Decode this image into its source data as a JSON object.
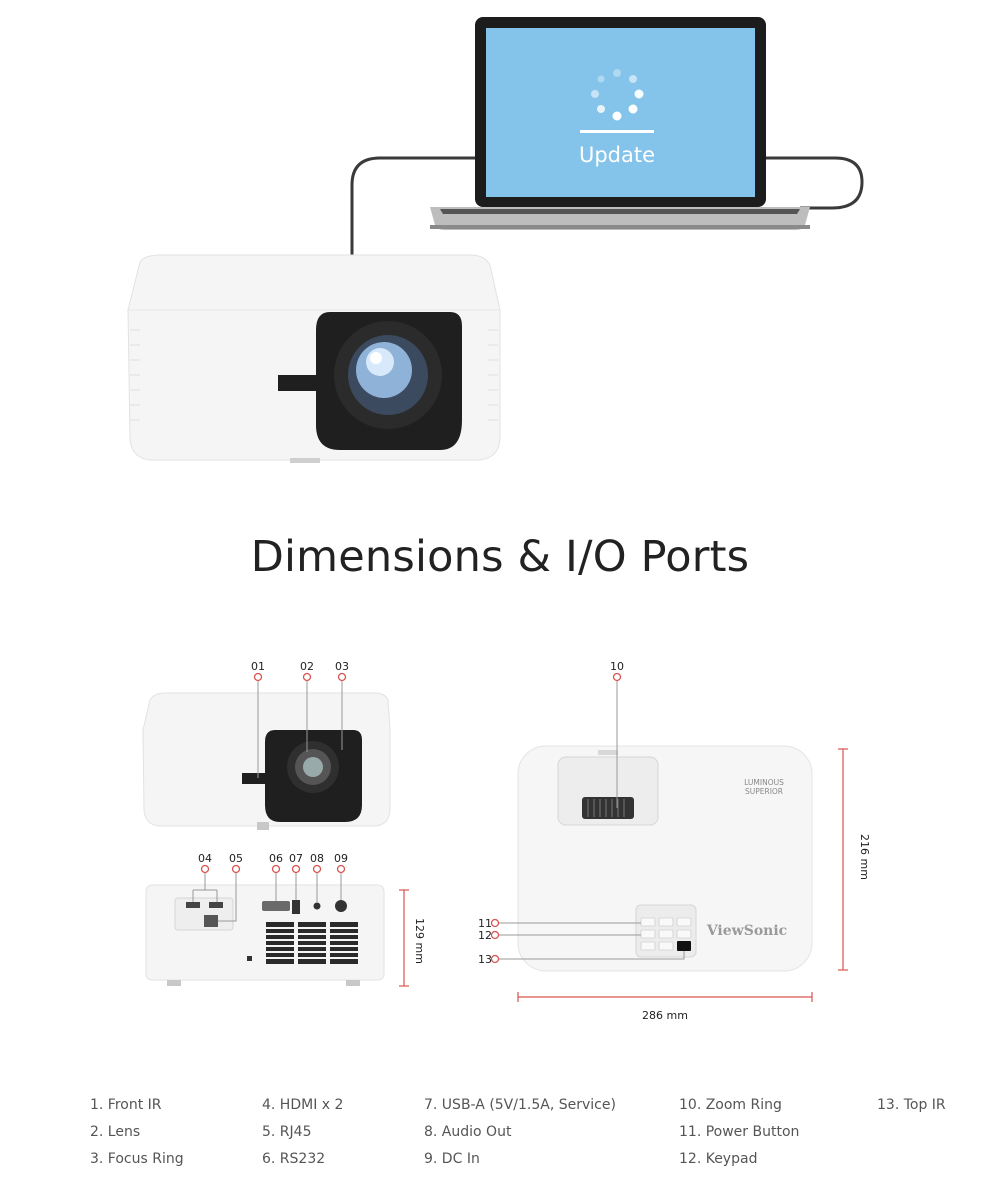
{
  "hero": {
    "laptop_screen_text": "Update"
  },
  "section_title": "Dimensions & I/O Ports",
  "front_view_callouts": [
    "01",
    "02",
    "03"
  ],
  "rear_view_callouts": [
    "04",
    "05",
    "06",
    "07",
    "08",
    "09"
  ],
  "top_view_callouts": [
    "10",
    "11",
    "12",
    "13"
  ],
  "dimensions": {
    "height": "129 mm",
    "depth": "216 mm",
    "width": "286 mm"
  },
  "brand": {
    "logo_text": "ViewSonic",
    "badge_line1": "LUMINOUS",
    "badge_line2": "SUPERIOR"
  },
  "legend": [
    [
      "1. Front IR",
      "2. Lens",
      "3. Focus Ring"
    ],
    [
      "4. HDMI x 2",
      "5. RJ45",
      "6. RS232"
    ],
    [
      "7. USB-A (5V/1.5A, Service)",
      "8. Audio Out",
      "9. DC In"
    ],
    [
      "10. Zoom Ring",
      "11. Power Button",
      "12. Keypad"
    ],
    [
      "13. Top IR"
    ]
  ],
  "colors": {
    "screen_blue": "#84c3ea",
    "callout_red": "#d9534f",
    "projector_white": "#f4f4f4",
    "lens_black": "#1e1e1e"
  }
}
